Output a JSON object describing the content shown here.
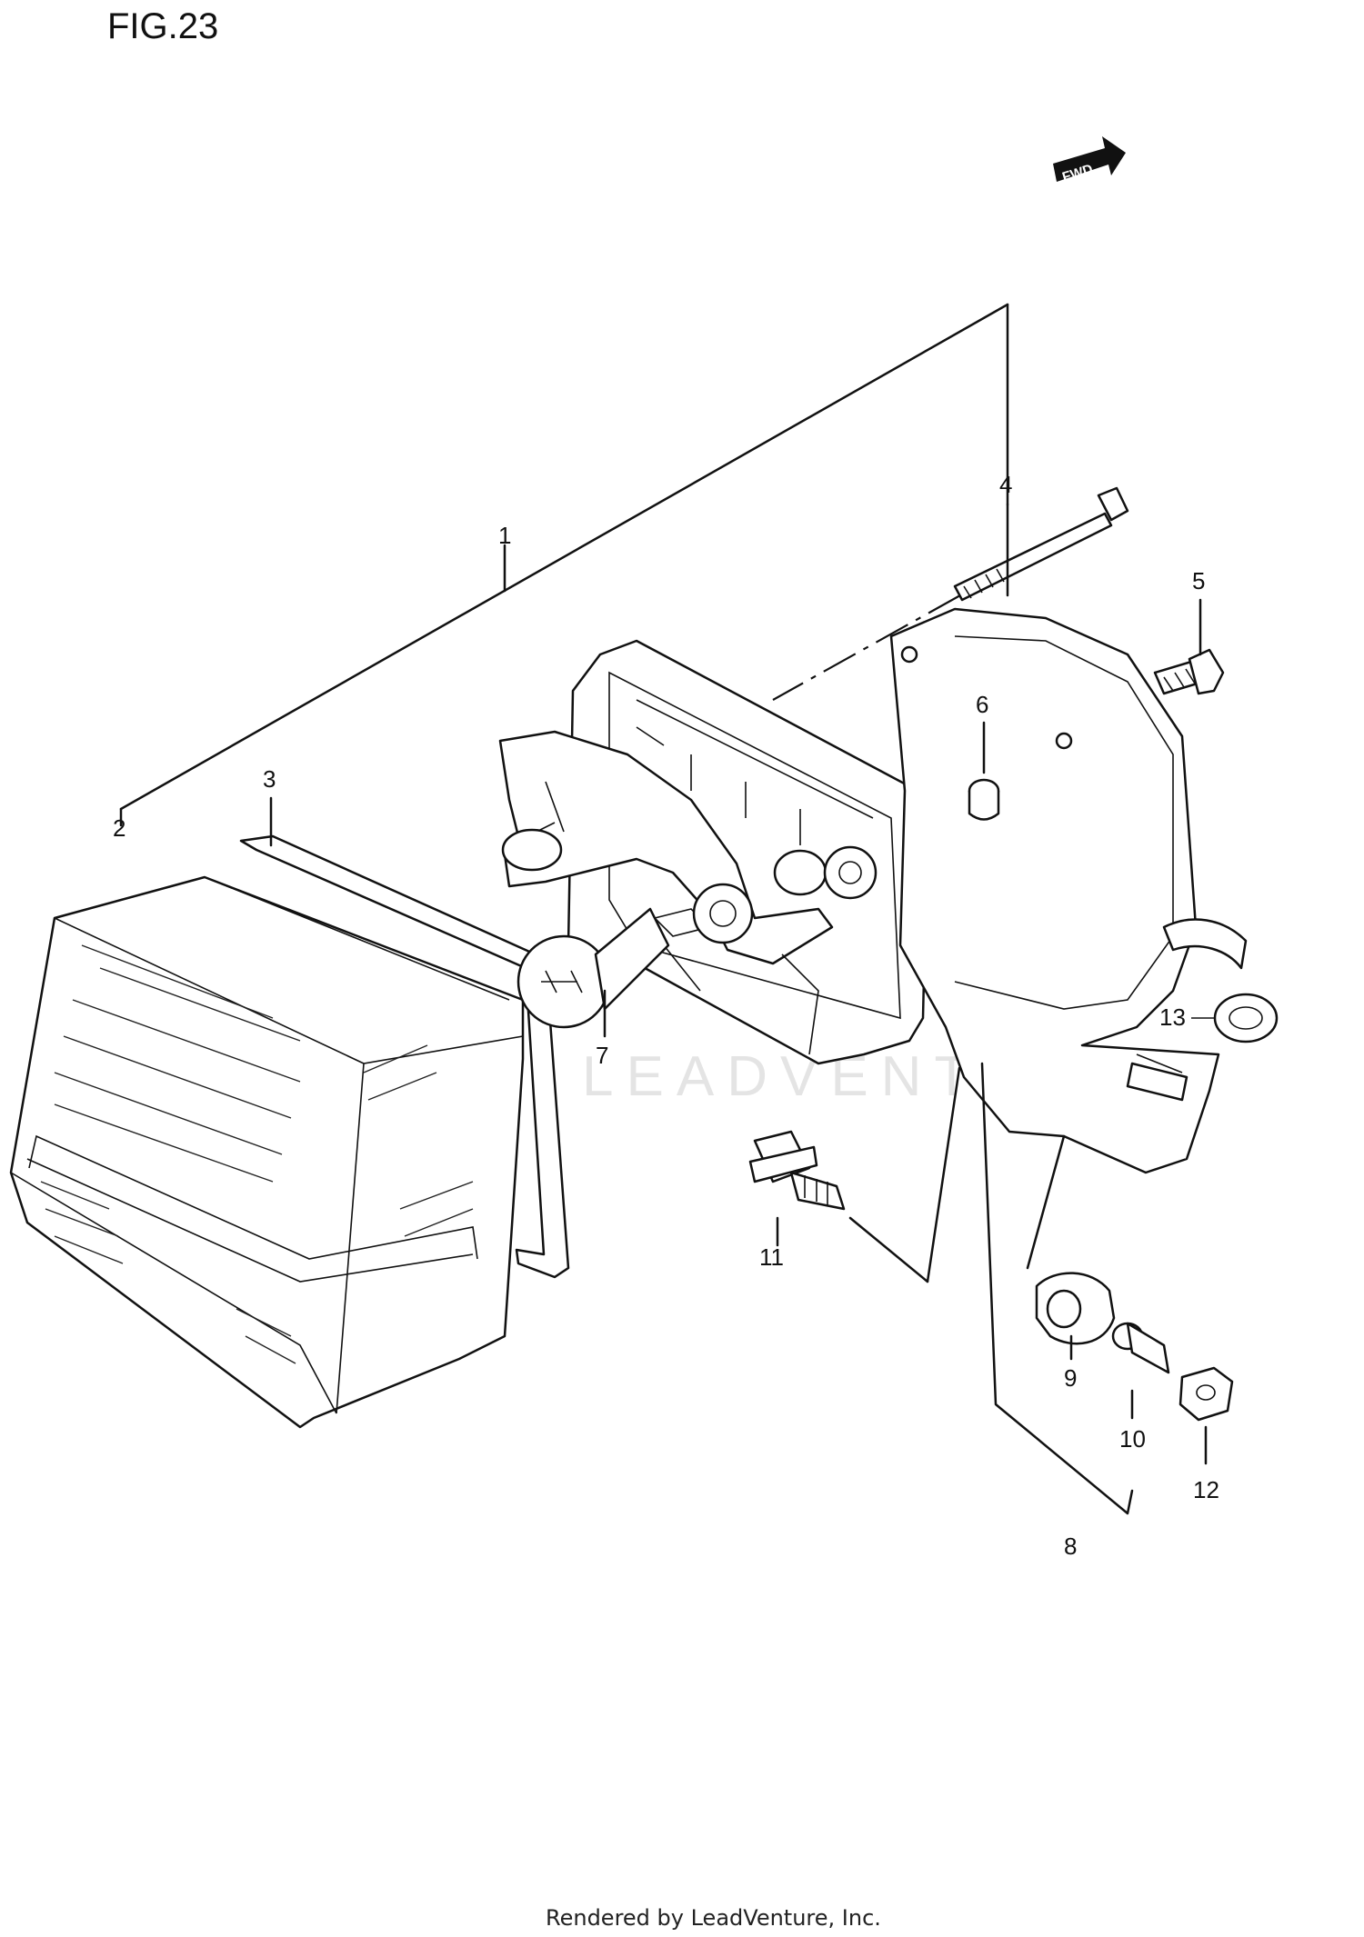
{
  "figure": {
    "title": "FIG.23"
  },
  "direction_marker": {
    "label": "FWD"
  },
  "watermark": {
    "text": "LEADVENTURE"
  },
  "callouts": [
    "1",
    "2",
    "3",
    "4",
    "5",
    "6",
    "7",
    "8",
    "9",
    "10",
    "11",
    "12",
    "13"
  ],
  "footer": {
    "text": "Rendered by LeadVenture, Inc."
  }
}
